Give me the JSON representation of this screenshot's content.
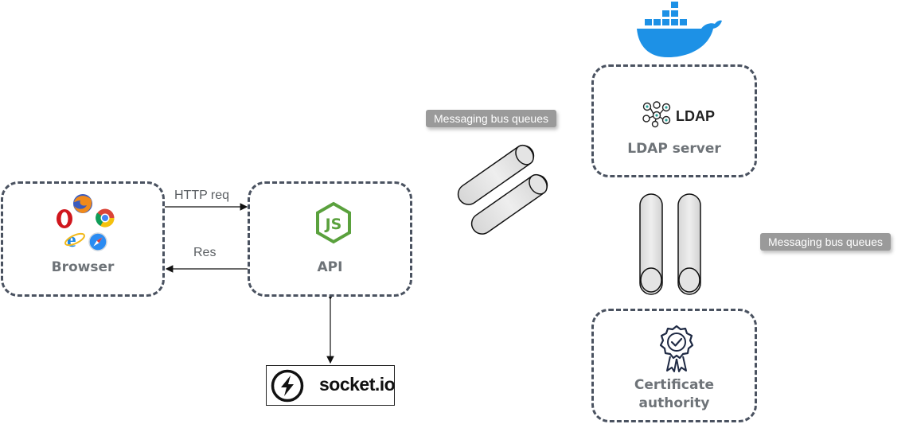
{
  "nodes": {
    "browser": {
      "label": "Browser"
    },
    "api": {
      "label": "API"
    },
    "ldap": {
      "label": "LDAP server",
      "logo_text": "LDAP"
    },
    "ca": {
      "label": "Certificate\nauthority"
    },
    "socketio": {
      "label": "socket.io"
    }
  },
  "edges": {
    "http_req": {
      "label": "HTTP req"
    },
    "res": {
      "label": "Res"
    }
  },
  "queues": {
    "top": {
      "label": "Messaging bus queues"
    },
    "right": {
      "label": "Messaging bus queues"
    }
  },
  "icons": {
    "browsers": [
      "opera-icon",
      "firefox-icon",
      "chrome-icon",
      "ie-icon",
      "safari-icon"
    ],
    "api": "nodejs-icon",
    "container": "docker-icon",
    "ldap": "ldap-network-icon",
    "ca": "certificate-badge-icon",
    "socket": "socketio-icon"
  },
  "colors": {
    "box_border": "#4a5260",
    "label_gray": "#6e7378",
    "docker_blue": "#1d91e6",
    "node_green": "#5aa13d",
    "pill_gray": "#9a9a9a"
  }
}
